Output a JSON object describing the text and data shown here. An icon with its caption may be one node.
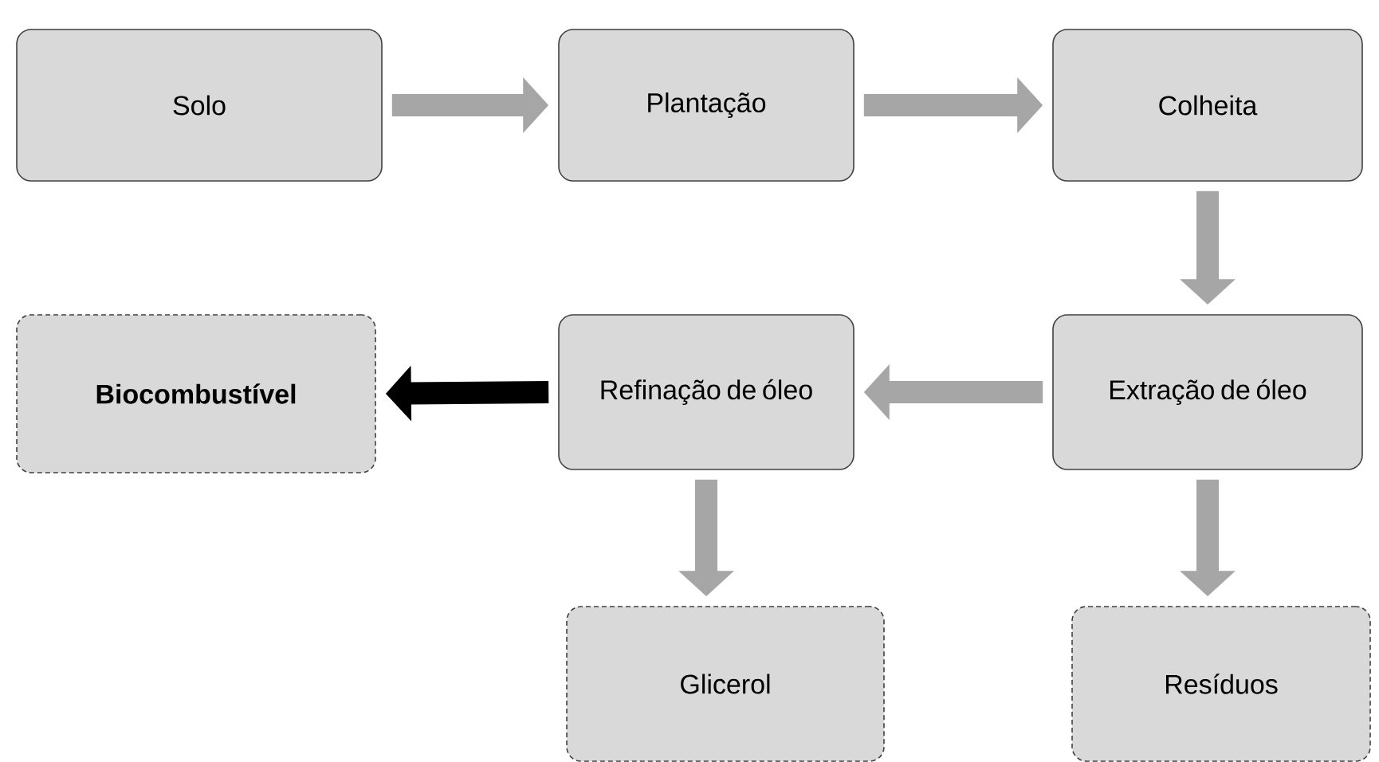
{
  "diagram": {
    "nodes": [
      {
        "text": [
          "Solo"
        ]
      },
      {
        "text": [
          "Plantação"
        ]
      },
      {
        "text": [
          "Colheita"
        ]
      },
      {
        "text": [
          "Extração de óleo"
        ]
      },
      {
        "text": [
          "Refinação de óleo"
        ]
      },
      {
        "text": [
          "Biocombustível"
        ]
      },
      {
        "text": [
          "Glicerol"
        ]
      },
      {
        "text": [
          "Resíduos"
        ]
      }
    ],
    "edges": [
      {
        "from": 0,
        "to": 1,
        "arrow": "to"
      },
      {
        "from": 1,
        "to": 2,
        "arrow": "to"
      },
      {
        "from": 2,
        "to": 3,
        "arrow": "to"
      },
      {
        "from": 3,
        "to": 4,
        "arrow": "to"
      },
      {
        "from": 4,
        "to": 5,
        "arrow": "to",
        "color": "#000000"
      },
      {
        "from": 4,
        "to": 6,
        "arrow": "to"
      },
      {
        "from": 3,
        "to": 7,
        "arrow": "to"
      }
    ]
  }
}
